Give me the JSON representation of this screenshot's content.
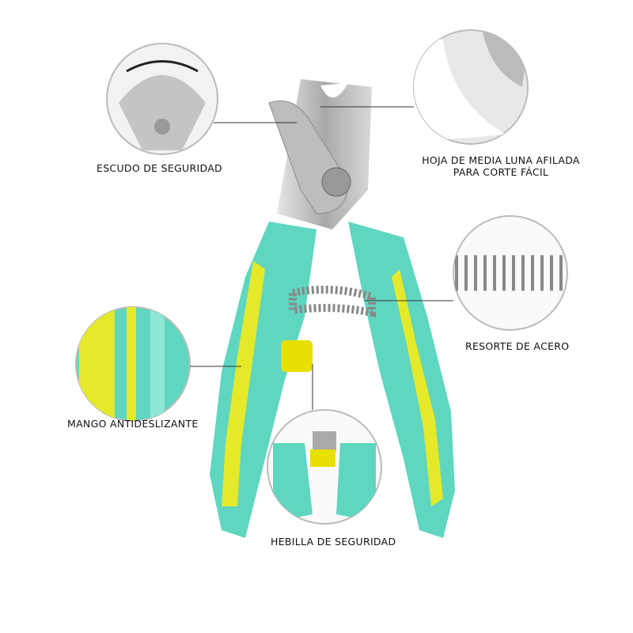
{
  "labels": {
    "shield": "ESCUDO DE SEGURIDAD",
    "blade_line1": "HOJA DE MEDIA LUNA AFILADA",
    "blade_line2": "PARA CORTE FÁCIL",
    "spring": "RESORTE DE ACERO",
    "handle": "MANGO ANTIDESLIZANTE",
    "buckle": "HEBILLA DE SEGURIDAD"
  },
  "colors": {
    "teal": "#5fd6c0",
    "yellow": "#e4ea2a",
    "steel": "#b9b9b9"
  }
}
